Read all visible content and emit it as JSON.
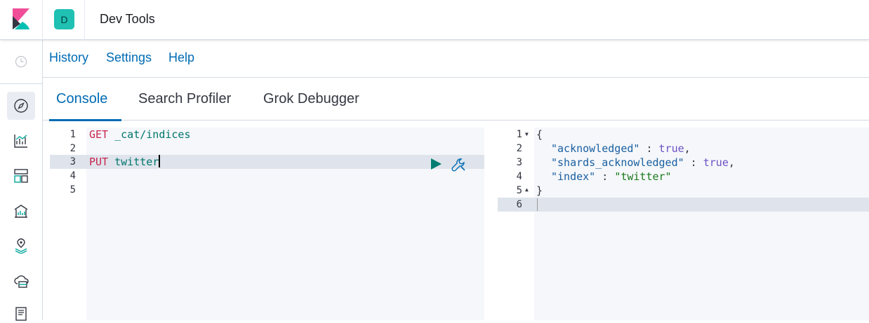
{
  "header": {
    "space_initial": "D",
    "app_title": "Dev Tools"
  },
  "subnav": {
    "items": [
      "History",
      "Settings",
      "Help"
    ]
  },
  "tabs": {
    "items": [
      "Console",
      "Search Profiler",
      "Grok Debugger"
    ],
    "active": "Console"
  },
  "request_editor": {
    "line_numbers": [
      "1",
      "2",
      "3",
      "4",
      "5"
    ],
    "line1_method": "GET",
    "line1_path": "_cat/indices",
    "line3_method": "PUT",
    "line3_path": "twitter"
  },
  "response_editor": {
    "line_numbers": [
      "1",
      "2",
      "3",
      "4",
      "5",
      "6"
    ],
    "open_brace": "{",
    "close_brace": "}",
    "key1": "\"acknowledged\"",
    "val1": "true",
    "key2": "\"shards_acknowledged\"",
    "val2": "true",
    "key3": "\"index\"",
    "val3": "\"twitter\"",
    "colon": " : ",
    "comma": ","
  },
  "colors": {
    "accent": "#006bb4",
    "space_avatar": "#20c0b3",
    "run_button": "#017d73"
  },
  "icons": {
    "logo": "kibana-logo-icon",
    "recent": "clock-icon",
    "discover": "compass-icon",
    "visualize": "chart-icon",
    "dashboard": "dashboard-icon",
    "canvas": "canvas-icon",
    "maps": "maps-icon",
    "infra": "cloud-icon",
    "logs": "logs-icon",
    "run": "play-icon",
    "settings": "wrench-icon"
  }
}
